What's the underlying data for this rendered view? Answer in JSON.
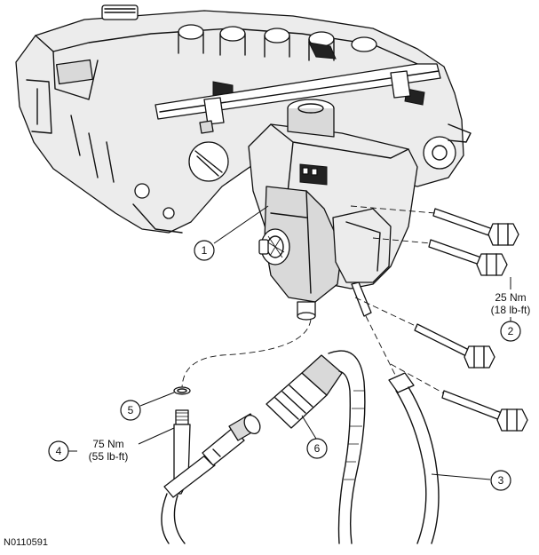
{
  "figure_id": "N0110591",
  "callouts": [
    {
      "number": "1"
    },
    {
      "number": "2",
      "torque_metric": "25 Nm",
      "torque_imperial": "(18 lb-ft)"
    },
    {
      "number": "3"
    },
    {
      "number": "4",
      "torque_metric": "75 Nm",
      "torque_imperial": "(55 lb-ft)"
    },
    {
      "number": "5"
    },
    {
      "number": "6"
    }
  ],
  "colors": {
    "line": "#111111",
    "shade": "#d9d9d9",
    "background": "#ffffff"
  }
}
